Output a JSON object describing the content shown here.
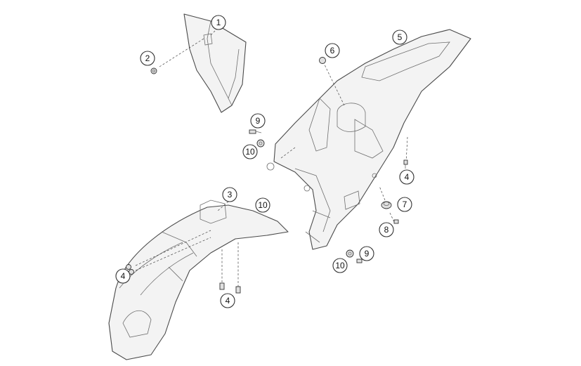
{
  "callouts": [
    {
      "id": "c1",
      "label": "1"
    },
    {
      "id": "c2",
      "label": "2"
    },
    {
      "id": "c3",
      "label": "3"
    },
    {
      "id": "c4a",
      "label": "4"
    },
    {
      "id": "c4b",
      "label": "4"
    },
    {
      "id": "c4c",
      "label": "4"
    },
    {
      "id": "c5",
      "label": "5"
    },
    {
      "id": "c6",
      "label": "6"
    },
    {
      "id": "c7",
      "label": "7"
    },
    {
      "id": "c8",
      "label": "8"
    },
    {
      "id": "c9a",
      "label": "9"
    },
    {
      "id": "c9b",
      "label": "9"
    },
    {
      "id": "c10a",
      "label": "10"
    },
    {
      "id": "c10b",
      "label": "10"
    },
    {
      "id": "c10c",
      "label": "10"
    }
  ],
  "parts": [
    {
      "name": "number-plate",
      "callout": "1"
    },
    {
      "name": "rear-fender",
      "callout": "5"
    },
    {
      "name": "front-fender",
      "callout": "3"
    }
  ]
}
